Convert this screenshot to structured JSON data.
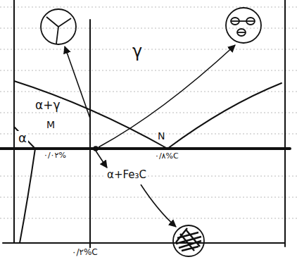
{
  "diagram": {
    "labels": [
      "γ",
      "α+γ",
      "M",
      "α",
      "۰/۰۲%",
      "N",
      "۰/۸%C",
      "α+Fe₃C",
      "۰/۲%C"
    ]
  }
}
